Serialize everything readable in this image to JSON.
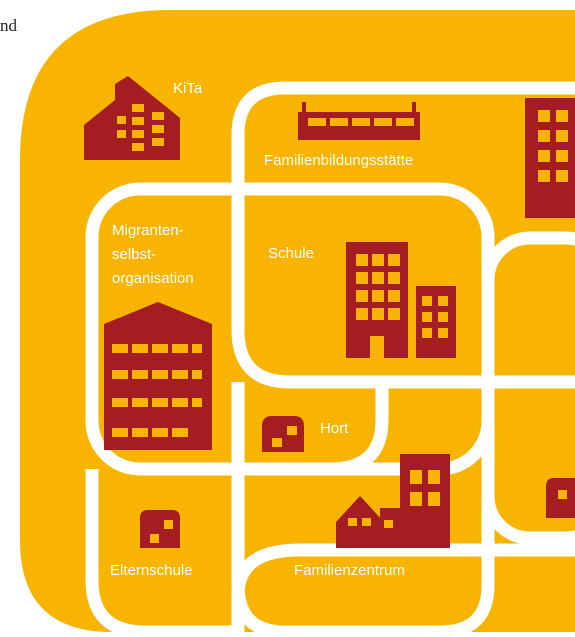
{
  "corner_fragment": "nd",
  "labels": {
    "kita": "KiTa",
    "familienbildungsstaette": "Familienbildungsstätte",
    "migranten_1": "Migranten-",
    "migranten_2": "selbst-",
    "migranten_3": "organisation",
    "schule": "Schule",
    "hort": "Hort",
    "elternschule": "Elternschule",
    "familienzentrum": "Familienzentrum"
  },
  "colors": {
    "background": "#F8B400",
    "roads": "#FFFFFF",
    "buildings": "#A31D22",
    "windows": "#F8B400",
    "text": "#FFFFFF"
  }
}
